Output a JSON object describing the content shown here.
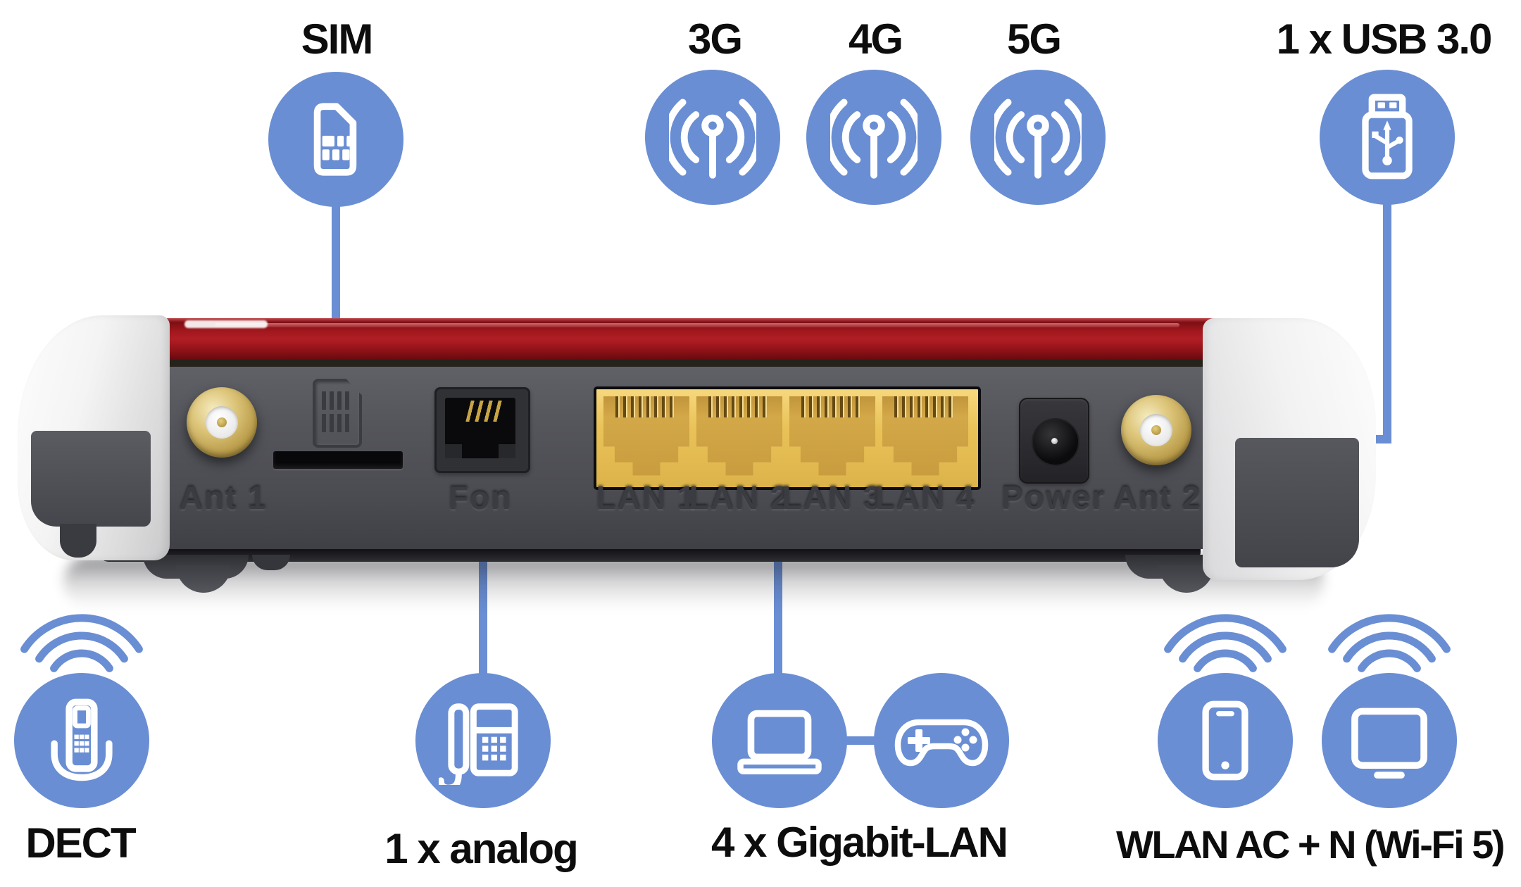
{
  "colors": {
    "accent_blue": "#6a8ed3",
    "label_black": "#0d0d0d",
    "router_red": "#a91a20",
    "router_gray": "#505157",
    "cap_white": "#f4f4f4",
    "lan_yellow": "#e9c258",
    "sma_gold": "#d9bf72"
  },
  "callouts_top": [
    {
      "id": "sim",
      "label": "SIM",
      "icon": "sim-card-icon"
    },
    {
      "id": "3g",
      "label": "3G",
      "icon": "cellular-antenna-icon"
    },
    {
      "id": "4g",
      "label": "4G",
      "icon": "cellular-antenna-icon"
    },
    {
      "id": "5g",
      "label": "5G",
      "icon": "cellular-antenna-icon"
    },
    {
      "id": "usb",
      "label": "1 x USB 3.0",
      "icon": "usb-stick-icon"
    }
  ],
  "callouts_bottom": [
    {
      "id": "dect",
      "label": "DECT",
      "icons": [
        "dect-handset-icon"
      ],
      "wireless": true
    },
    {
      "id": "analog",
      "label": "1 x analog",
      "icons": [
        "desk-phone-icon"
      ],
      "wireless": false
    },
    {
      "id": "gigabit-lan",
      "label": "4 x Gigabit-LAN",
      "icons": [
        "laptop-icon",
        "gamepad-icon"
      ],
      "wireless": false
    },
    {
      "id": "wlan",
      "label": "WLAN AC + N (Wi-Fi 5)",
      "icons": [
        "smartphone-icon",
        "tv-icon"
      ],
      "wireless": true
    }
  ],
  "router": {
    "port_labels": [
      {
        "id": "ant1",
        "label": "Ant 1"
      },
      {
        "id": "fon",
        "label": "Fon"
      },
      {
        "id": "lan1",
        "label": "LAN 1"
      },
      {
        "id": "lan2",
        "label": "LAN 2"
      },
      {
        "id": "lan3",
        "label": "LAN 3"
      },
      {
        "id": "lan4",
        "label": "LAN 4"
      },
      {
        "id": "power",
        "label": "Power"
      },
      {
        "id": "ant2",
        "label": "Ant 2"
      }
    ]
  }
}
